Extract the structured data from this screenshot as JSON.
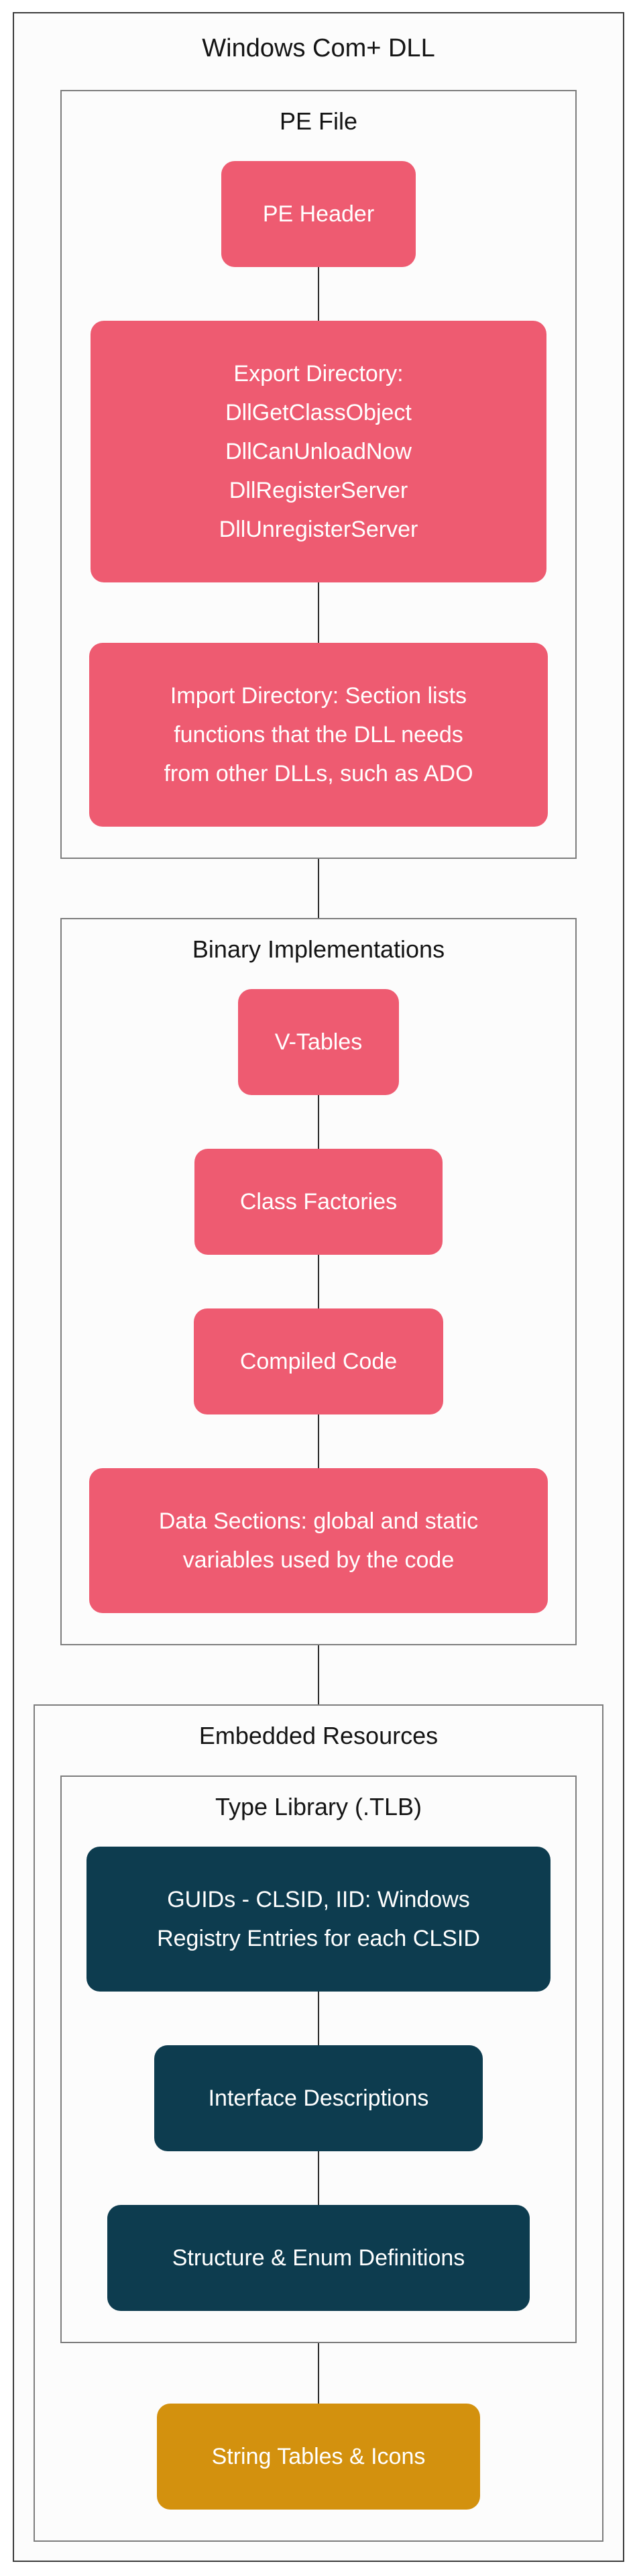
{
  "diagram": {
    "title": "Windows Com+ DLL",
    "colors": {
      "node_pink": "#ee5b71",
      "node_teal": "#0d3c4f",
      "node_orange": "#d3910e",
      "connector_line": "#2f2f2f",
      "group_border": "#7d7d7d",
      "outer_border": "#3b3b3b",
      "group_background": "#fcfcfc",
      "node_text": "#ffffff",
      "title_text": "#141414"
    },
    "groups": [
      {
        "id": "pe-file",
        "title": "PE File",
        "nodes": [
          {
            "id": "pe-header",
            "color": "pink",
            "label": "PE Header"
          },
          {
            "id": "export-directory",
            "color": "pink",
            "label": "Export Directory:\nDllGetClassObject\nDllCanUnloadNow\nDllRegisterServer\nDllUnregisterServer"
          },
          {
            "id": "import-directory",
            "color": "pink",
            "label": "Import Directory: Section lists\nfunctions that the DLL needs\nfrom other DLLs, such as ADO"
          }
        ]
      },
      {
        "id": "binary-implementations",
        "title": "Binary Implementations",
        "nodes": [
          {
            "id": "v-tables",
            "color": "pink",
            "label": "V-Tables"
          },
          {
            "id": "class-factories",
            "color": "pink",
            "label": "Class Factories"
          },
          {
            "id": "compiled-code",
            "color": "pink",
            "label": "Compiled Code"
          },
          {
            "id": "data-sections",
            "color": "pink",
            "label": "Data Sections: global and static\nvariables used by the code"
          }
        ]
      },
      {
        "id": "embedded-resources",
        "title": "Embedded Resources",
        "subgroup": {
          "id": "type-library-tlb",
          "title": "Type Library (.TLB)",
          "nodes": [
            {
              "id": "guids",
              "color": "teal",
              "label": "GUIDs - CLSID, IID: Windows\nRegistry Entries for each CLSID"
            },
            {
              "id": "interface-descriptions",
              "color": "teal",
              "label": "Interface Descriptions"
            },
            {
              "id": "structure-enum-definitions",
              "color": "teal",
              "label": "Structure & Enum Definitions"
            }
          ]
        },
        "nodes": [
          {
            "id": "string-tables-icons",
            "color": "orange",
            "label": "String Tables & Icons"
          }
        ]
      }
    ]
  }
}
